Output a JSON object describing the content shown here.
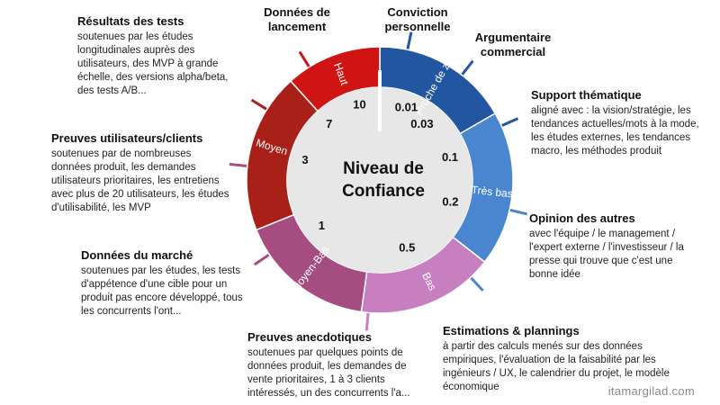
{
  "center": {
    "line1": "Niveau de",
    "line2": "Confiance"
  },
  "scale": [
    "0.01",
    "0.03",
    "0.1",
    "0.2",
    "0.5",
    "1",
    "3",
    "7",
    "10"
  ],
  "bands": [
    {
      "label": "Proche de zéro",
      "color": "#2356a0"
    },
    {
      "label": "Très bas",
      "color": "#4a86cf"
    },
    {
      "label": "Bas",
      "color": "#c77fc0"
    },
    {
      "label": "Moyen-Bas",
      "color": "#a54d80"
    },
    {
      "label": "Moyen",
      "color": "#a82017"
    },
    {
      "label": "Haut",
      "color": "#d01414"
    }
  ],
  "evidence": {
    "conviction": {
      "title": "Conviction personnelle"
    },
    "argumentaire": {
      "title": "Argumentaire commercial"
    },
    "support": {
      "title": "Support thématique",
      "desc": "aligné avec : la vision/stratégie, les tendances actuelles/mots à la mode, les études externes, les tendances macro, les méthodes produit"
    },
    "opinion": {
      "title": "Opinion des autres",
      "desc": "avec l'équipe / le management / l'expert externe / l'investisseur / la presse qui trouve que c'est une bonne idée"
    },
    "estimations": {
      "title": "Estimations & plannings",
      "desc": "à partir des calculs menés sur des données empiriques, l'évaluation de la faisabilité par les ingénieurs / UX, le calendrier du projet, le modèle économique"
    },
    "anecdotiques": {
      "title": "Preuves anecdotiques",
      "desc": "soutenues par quelques points de données produit, les demandes de vente prioritaires, 1 à 3 clients intéressés, un des concurrents l'a..."
    },
    "marche": {
      "title": "Données du marché",
      "desc": "soutenues par les études, les tests d'appétence d'une cible pour un produit pas encore développé, tous les concurrents l'ont..."
    },
    "utilisateurs": {
      "title": "Preuves utilisateurs/clients",
      "desc": "soutenues par de nombreuses données produit, les demandes utilisateurs prioritaires, les entretiens avec plus de 20 utilisateurs, les études d'utilisabilité, les MVP"
    },
    "resultats": {
      "title": "Résultats des tests",
      "desc": "soutenues par les études longitudinales auprès des utilisateurs, des MVP à grande échelle, des versions alpha/beta, des tests A/B..."
    },
    "lancement": {
      "title": "Données de lancement"
    }
  },
  "watermark": "itamargilad.com"
}
